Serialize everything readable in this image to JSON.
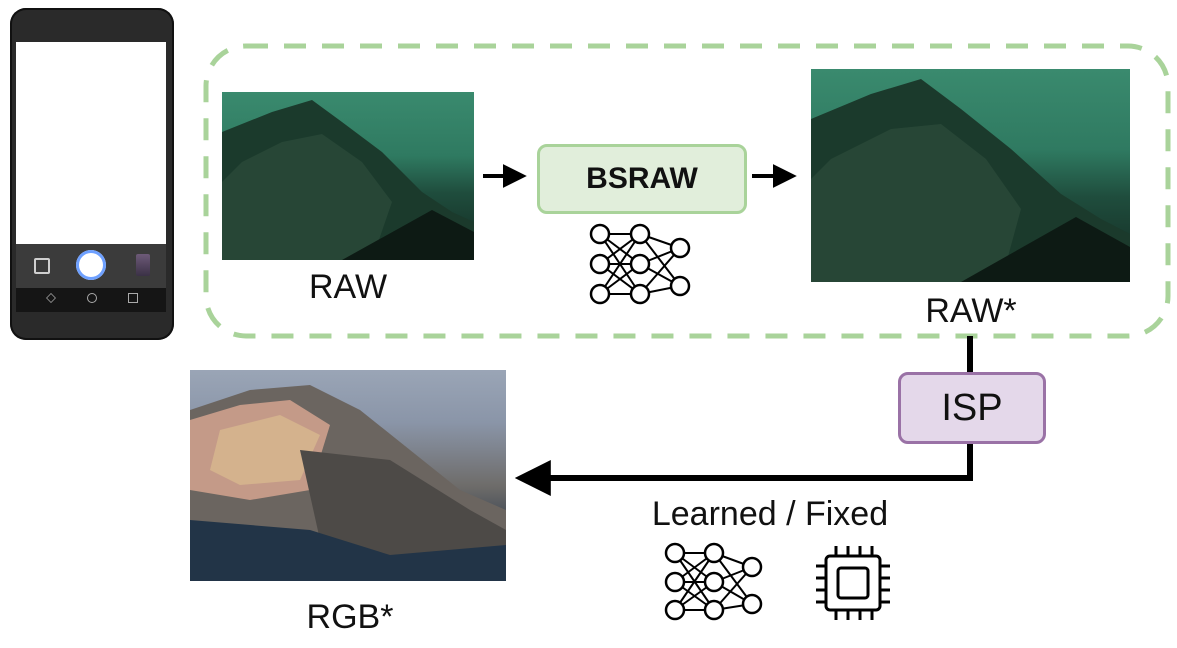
{
  "raw_label": "RAW",
  "raw_star_label": "RAW*",
  "rgb_star_label": "RGB*",
  "bsraw_label": "BSRAW",
  "isp_label": "ISP",
  "learned_fixed_label": "Learned / Fixed",
  "colors": {
    "dashed_region": "#a9d39a",
    "bsraw_fill": "#e1eedb",
    "isp_fill": "#e4d8ea",
    "isp_border": "#9a72a6",
    "arrow": "#000000"
  },
  "icons": [
    "smartphone-camera-icon",
    "neural-network-icon",
    "chip-icon"
  ]
}
